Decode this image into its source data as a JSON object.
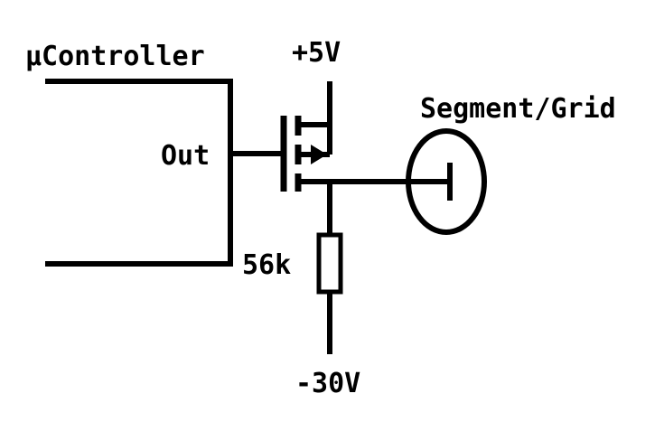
{
  "labels": {
    "microcontroller": "µController",
    "out": "Out",
    "supply_positive": "+5V",
    "supply_negative": "-30V",
    "resistor_value": "56k",
    "load": "Segment/Grid"
  },
  "colors": {
    "ink": "#000000",
    "background": "#ffffff"
  }
}
